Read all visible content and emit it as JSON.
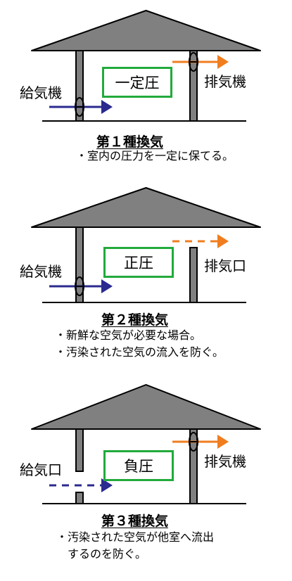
{
  "colors": {
    "roof": "#808080",
    "outline": "#000000",
    "pressure_box": "#22aa3c",
    "supply_arrow": "#2a2a8f",
    "exhaust_arrow": "#f07d1e"
  },
  "panels": [
    {
      "supply_label": "給気機",
      "supply_type": "fan",
      "exhaust_label": "排気機",
      "exhaust_type": "fan",
      "pressure": "一定圧",
      "title": "第１種換気",
      "notes": [
        "・室内の圧力を一定に保てる。"
      ]
    },
    {
      "supply_label": "給気機",
      "supply_type": "fan",
      "exhaust_label": "排気口",
      "exhaust_type": "vent",
      "pressure": "正圧",
      "title": "第２種換気",
      "notes": [
        "・新鮮な空気が必要な場合。",
        "・汚染された空気の流入を防ぐ。"
      ]
    },
    {
      "supply_label": "給気口",
      "supply_type": "vent",
      "exhaust_label": "排気機",
      "exhaust_type": "fan",
      "pressure": "負圧",
      "title": "第３種換気",
      "notes": [
        "・汚染された空気が他室へ流出",
        "　するのを防ぐ。"
      ]
    }
  ]
}
